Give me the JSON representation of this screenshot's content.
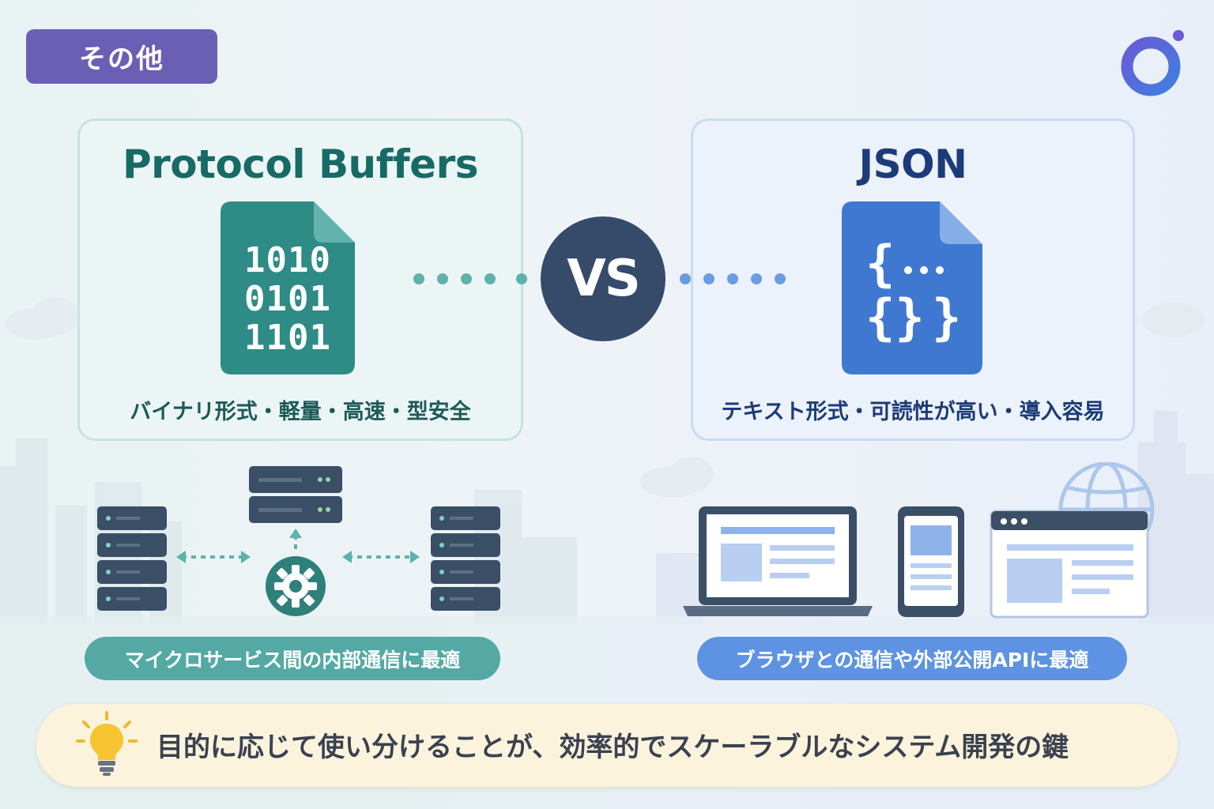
{
  "header": {
    "category_label": "その他"
  },
  "colors": {
    "protobuf_accent": "#2e8b86",
    "json_accent": "#3f78d0",
    "vs_circle": "#364a6a",
    "badge": "#6b5fb5",
    "tip_background": "#fbf3dc"
  },
  "comparison": {
    "left": {
      "title": "Protocol Buffers",
      "icon": "binary-file-icon",
      "binary_lines": [
        "1010",
        "0101",
        "1101"
      ],
      "caption": "バイナリ形式・軽量・高速・型安全",
      "use_case": "マイクロサービス間の内部通信に最適",
      "illustration": [
        "server-rack-icon",
        "server-rack-icon",
        "server-rack-icon",
        "gear-icon",
        "double-arrow-icon"
      ]
    },
    "vs_label": "VS",
    "right": {
      "title": "JSON",
      "icon": "json-file-icon",
      "caption": "テキスト形式・可読性が高い・導入容易",
      "use_case": "ブラウザとの通信や外部公開APIに最適",
      "illustration": [
        "laptop-icon",
        "smartphone-icon",
        "browser-window-icon",
        "globe-icon"
      ]
    }
  },
  "tip": {
    "icon": "lightbulb-icon",
    "text": "目的に応じて使い分けることが、効率的でスケーラブルなシステム開発の鍵"
  }
}
